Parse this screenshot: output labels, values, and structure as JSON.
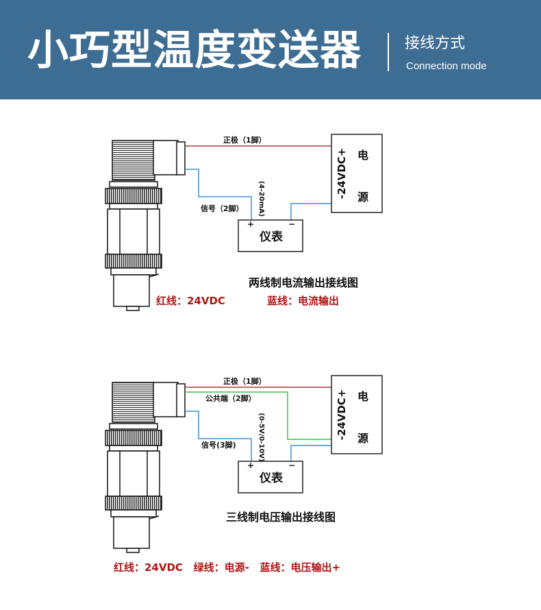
{
  "header": {
    "title": "小巧型温度变送器",
    "subtitle_cn": "接线方式",
    "subtitle_en": "Connection mode"
  },
  "diagram1": {
    "label_positive": "正极（1脚）",
    "label_signal": "信号（2脚）",
    "label_range": "(4-20mA)",
    "label_power_voltage": "-24VDC+",
    "label_power_1": "电",
    "label_power_2": "源",
    "label_meter": "仪表",
    "meter_plus": "+",
    "meter_minus": "−",
    "caption": "两线制电流输出接线图",
    "legend_red": "红线：24VDC",
    "legend_blue": "蓝线：电流输出"
  },
  "diagram2": {
    "label_positive": "正极（1脚）",
    "label_common": "公共端（2脚）",
    "label_signal": "信号(3脚)",
    "label_range": "(0-5V/0-10V)",
    "label_power_voltage": "-24VDC+",
    "label_power_1": "电",
    "label_power_2": "源",
    "label_meter": "仪表",
    "meter_plus": "+",
    "meter_minus": "−",
    "caption": "三线制电压输出接线图",
    "legend": "红线：24VDC   绿线：电源-   蓝线：电压输出+"
  },
  "colors": {
    "header_bg": "#3e6d93",
    "wire_red": "#a83c3c",
    "wire_blue": "#3a8fd8",
    "wire_green": "#38c04a",
    "legend_red": "#b01414"
  }
}
